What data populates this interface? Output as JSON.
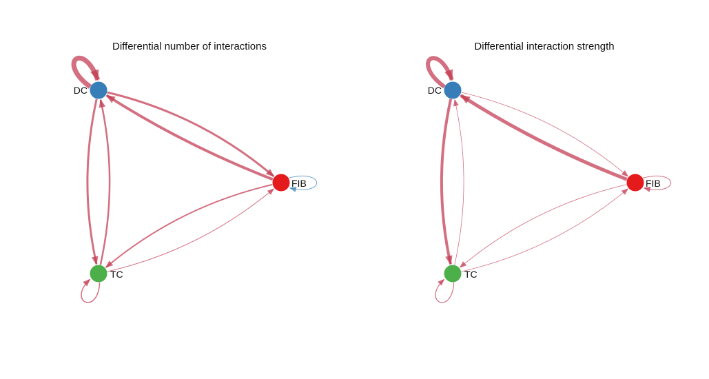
{
  "edge_opacity": 0.72,
  "panels": [
    {
      "title": "Differential number of interactions",
      "nodes": [
        {
          "id": "DC",
          "label": "DC",
          "color": "#377EB8"
        },
        {
          "id": "FIB",
          "label": "FIB",
          "color": "#E41A1C"
        },
        {
          "id": "TC",
          "label": "TC",
          "color": "#4DAF4A"
        }
      ],
      "edges": [
        {
          "from": "DC",
          "to": "DC",
          "color": "#C2384F"
        },
        {
          "from": "DC",
          "to": "FIB",
          "color": "#C2384F"
        },
        {
          "from": "FIB",
          "to": "DC",
          "color": "#C2384F"
        },
        {
          "from": "DC",
          "to": "TC",
          "color": "#C2384F"
        },
        {
          "from": "TC",
          "to": "DC",
          "color": "#C2384F"
        },
        {
          "from": "TC",
          "to": "FIB",
          "color": "#C2384F"
        },
        {
          "from": "FIB",
          "to": "TC",
          "color": "#C2384F"
        },
        {
          "from": "TC",
          "to": "TC",
          "color": "#C2384F"
        },
        {
          "from": "FIB",
          "to": "FIB",
          "color": "#377EB8"
        }
      ]
    },
    {
      "title": "Differential interaction strength",
      "nodes": [
        {
          "id": "DC",
          "label": "DC",
          "color": "#377EB8"
        },
        {
          "id": "FIB",
          "label": "FIB",
          "color": "#E41A1C"
        },
        {
          "id": "TC",
          "label": "TC",
          "color": "#4DAF4A"
        }
      ],
      "edges": [
        {
          "from": "DC",
          "to": "DC",
          "color": "#C2384F"
        },
        {
          "from": "DC",
          "to": "FIB",
          "color": "#C2384F"
        },
        {
          "from": "FIB",
          "to": "DC",
          "color": "#C2384F"
        },
        {
          "from": "DC",
          "to": "TC",
          "color": "#C2384F"
        },
        {
          "from": "TC",
          "to": "DC",
          "color": "#C2384F"
        },
        {
          "from": "TC",
          "to": "FIB",
          "color": "#C2384F"
        },
        {
          "from": "FIB",
          "to": "TC",
          "color": "#C2384F"
        },
        {
          "from": "TC",
          "to": "TC",
          "color": "#C2384F"
        },
        {
          "from": "FIB",
          "to": "FIB",
          "color": "#C2384F"
        }
      ]
    }
  ]
}
